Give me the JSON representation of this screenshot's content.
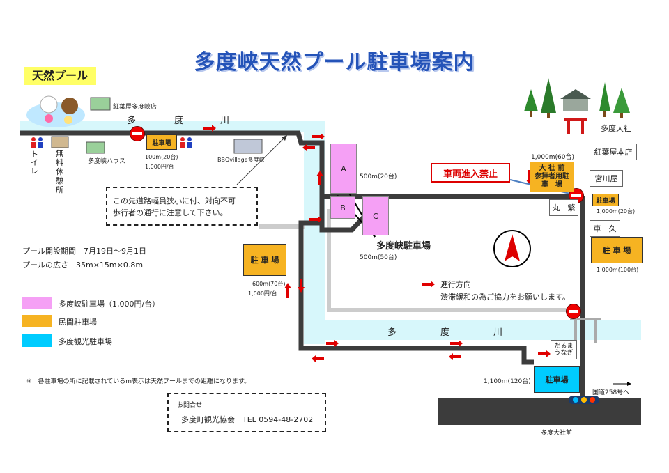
{
  "title": "多度峡天然プール駐車場案内",
  "pool_label": "天然プール",
  "places": {
    "momijiya_shop": "紅葉屋多度峡店",
    "river_top": [
      "多",
      "度",
      "川"
    ],
    "river_bottom": [
      "多",
      "度",
      "川"
    ],
    "toilet": "トイレ",
    "rest_area": "無料休憩所",
    "tadokyo_house": "多度峡ハウス",
    "bbq": "BBQvillage多度峡",
    "shrine": "多度大社",
    "momijiya_main": "紅葉屋本店",
    "miyagawaya": "宮川屋",
    "marushige": "丸　繁",
    "kurumakyu": "車　久",
    "daruma": "だるま うなぎ",
    "route258": "国道258号へ",
    "taisha_mae": "多度大社前"
  },
  "lots": {
    "top_small": {
      "label": "駐車場",
      "dist": "100m(20台)",
      "price": "1,000円/台"
    },
    "left_big": {
      "label": "駐 車 場",
      "dist": "600m(70台)",
      "price": "1,000円/台"
    },
    "A": {
      "label": "A",
      "dist": "500m(20台)"
    },
    "B": {
      "label": "B"
    },
    "C": {
      "label": "C"
    },
    "bc_dist": "500m(50台)",
    "gorge_label": "多度峡駐車場",
    "shrine_lot": {
      "line1": "大 社 前",
      "line2": "参拝者用駐",
      "line3": "車　場",
      "dist": "1,000m(60台)"
    },
    "right_small": {
      "label": "駐車場",
      "dist": "1,000m(20台)"
    },
    "right_big": {
      "label": "駐 車 場",
      "dist": "1,000m(100台)"
    },
    "bottom_cyan": {
      "label": "駐車場",
      "dist": "1,100m(120台)"
    }
  },
  "no_entry_label": "車両進入禁止",
  "caution": {
    "line1": "この先道路幅員狭小に付、対向不可",
    "line2": "歩行者の通行に注意して下さい。"
  },
  "pool_info": {
    "period": "プール開設期間　7月19日～9月1日",
    "size": "プールの広さ　35m×15m×0.8m"
  },
  "direction": {
    "label": "進行方向",
    "note": "渋滞緩和の為ご協力をお願いします。"
  },
  "compass": "N",
  "legend": [
    {
      "label": "多度峡駐車場（1,000円/台）",
      "color": "#f5a0f5"
    },
    {
      "label": "民間駐車場",
      "color": "#f6b322"
    },
    {
      "label": "多度観光駐車場",
      "color": "#00ccff"
    }
  ],
  "footnote": "※　各駐車場の所に記載されているm表示は天然プールまでの距離になります。",
  "contact": {
    "heading": "お問合せ",
    "line": "多度町観光協会　TEL 0594-48-2702"
  },
  "colors": {
    "title": "#2453b8",
    "road": "#3c3c3c",
    "river": "#d7f7fb",
    "arrow": "#e00000"
  }
}
